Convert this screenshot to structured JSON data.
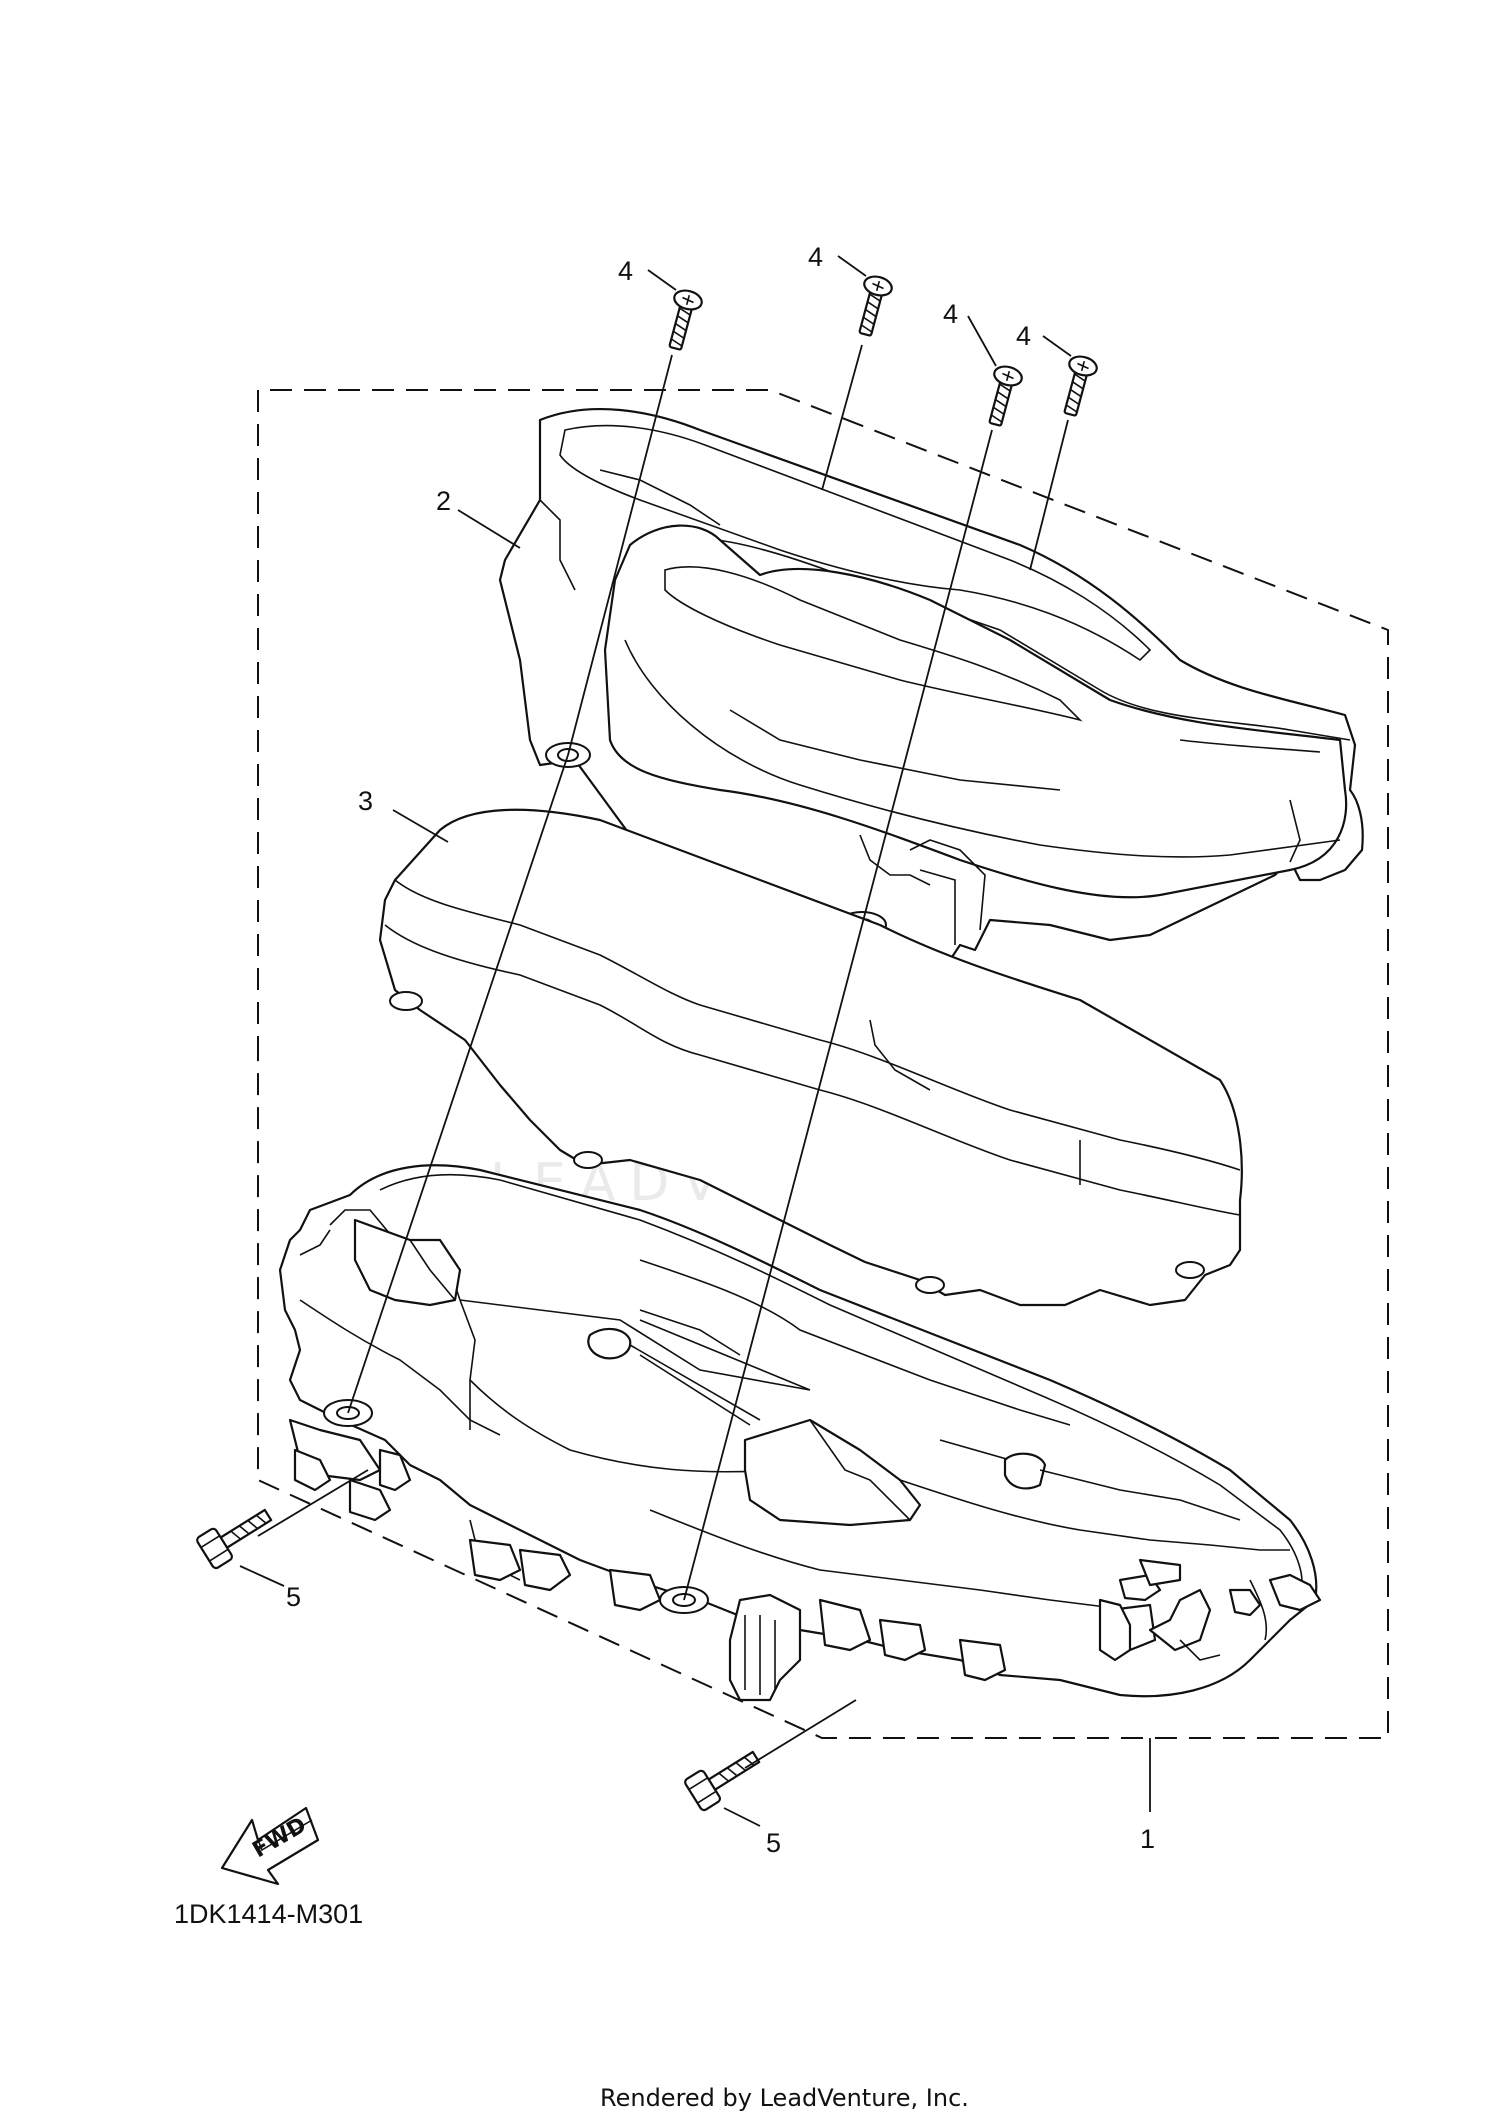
{
  "diagram": {
    "code": "1DK1414-M301",
    "footer": "Rendered by LeadVenture, Inc.",
    "watermark": "LEADVENTURE",
    "fwd_label": "FWD",
    "callouts": {
      "assembly": "1",
      "bezel": "2",
      "lens": "3",
      "screws": [
        "4",
        "4",
        "4",
        "4"
      ],
      "bolts": [
        "5",
        "5"
      ]
    }
  }
}
